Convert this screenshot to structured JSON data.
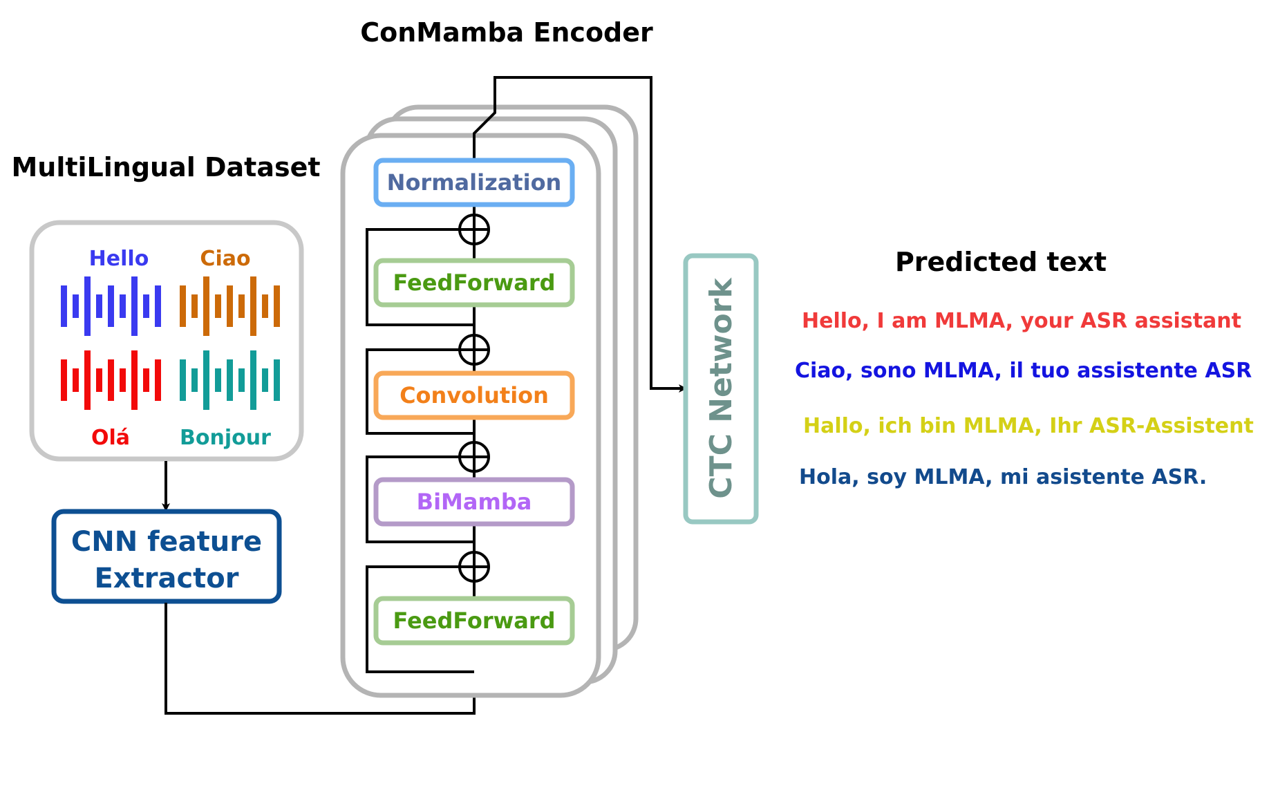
{
  "titles": {
    "encoder": "ConMamba Encoder",
    "dataset": "MultiLingual Dataset",
    "predicted": "Predicted text"
  },
  "dataset": {
    "samples": [
      {
        "label": "Hello",
        "color": "#3a3af0"
      },
      {
        "label": "Ciao",
        "color": "#cc6a08"
      },
      {
        "label": "Olá",
        "color": "#f20a0a"
      },
      {
        "label": "Bonjour",
        "color": "#129c98"
      }
    ]
  },
  "cnn": {
    "line1": "CNN feature",
    "line2": "Extractor",
    "color": "#0d4f92"
  },
  "encoder_blocks": [
    {
      "label": "Normalization",
      "text_color": "#506aa0",
      "border_color": "#6aaef2"
    },
    {
      "label": "FeedForward",
      "text_color": "#4a9a12",
      "border_color": "#a6cc94"
    },
    {
      "label": "Convolution",
      "text_color": "#f2801a",
      "border_color": "#f8a858"
    },
    {
      "label": "BiMamba",
      "text_color": "#b266f6",
      "border_color": "#b49ac8"
    },
    {
      "label": "FeedForward",
      "text_color": "#4a9a12",
      "border_color": "#a6cc94"
    }
  ],
  "ctc": {
    "label": "CTC Network",
    "text_color": "#6e928c",
    "border_color": "#98c8c2"
  },
  "predictions": [
    {
      "text": "Hello, I am MLMA, your ASR assistant",
      "color": "#f03a3a"
    },
    {
      "text": "Ciao, sono MLMA, il tuo assistente ASR",
      "color": "#1414e0"
    },
    {
      "text": "Hallo, ich bin MLMA, Ihr ASR-Assistent",
      "color": "#d4d016"
    },
    {
      "text": "Hola, soy MLMA, mi asistente ASR.",
      "color": "#124a8c"
    }
  ]
}
